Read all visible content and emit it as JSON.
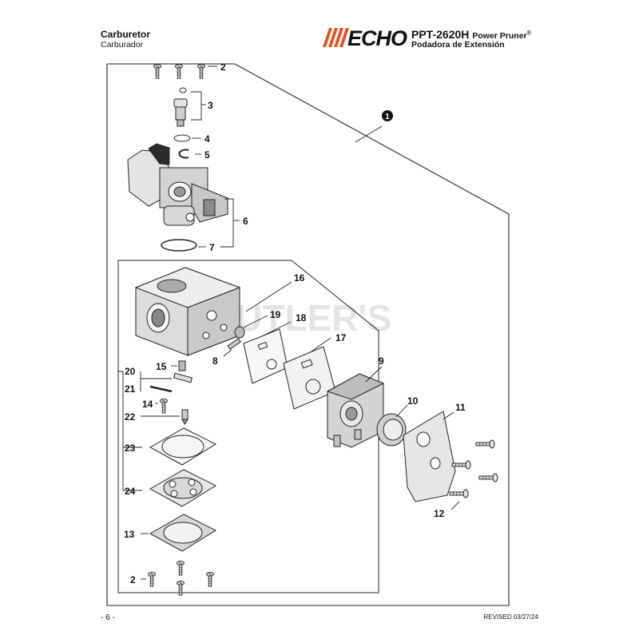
{
  "header": {
    "title_en": "Carburetor",
    "title_es": "Carburador",
    "brand": "ECHO",
    "model": "PPT-2620H",
    "product_en": "Power Pruner",
    "registered": "®",
    "product_es": "Podadora de Extensión"
  },
  "watermark": "BUTLER'S",
  "callouts": [
    "1",
    "2",
    "3",
    "4",
    "5",
    "6",
    "7",
    "8",
    "9",
    "10",
    "11",
    "12",
    "13",
    "14",
    "15",
    "16",
    "17",
    "18",
    "19",
    "20",
    "21",
    "22",
    "23",
    "24",
    "2"
  ],
  "footer": {
    "page": "- 6 -",
    "revised": "REVISED 03/27/24"
  },
  "colors": {
    "brand_orange": "#e8501e",
    "line": "#222222",
    "text": "#111111"
  }
}
